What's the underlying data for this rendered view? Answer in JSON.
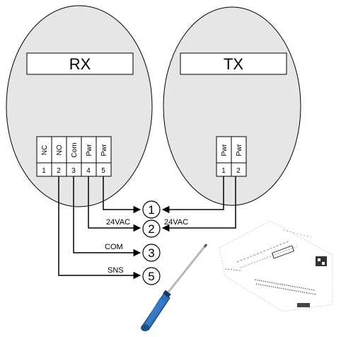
{
  "receiver": {
    "label": "RX",
    "terminals": [
      {
        "name": "NC",
        "number": "1"
      },
      {
        "name": "NO",
        "number": "2"
      },
      {
        "name": "Com",
        "number": "3"
      },
      {
        "name": "Pwr",
        "number": "4"
      },
      {
        "name": "Pwr",
        "number": "5"
      }
    ]
  },
  "transmitter": {
    "label": "TX",
    "terminals": [
      {
        "name": "Pwr",
        "number": "1"
      },
      {
        "name": "Pwr",
        "number": "2"
      }
    ]
  },
  "connections": [
    {
      "number": "1",
      "left_label": "",
      "right_label": ""
    },
    {
      "number": "2",
      "left_label": "24VAC",
      "right_label": "24VAC"
    },
    {
      "number": "3",
      "left_label": "COM",
      "right_label": ""
    },
    {
      "number": "5",
      "left_label": "SNS",
      "right_label": ""
    }
  ],
  "colors": {
    "enclosure_fill": "#e6e6e6",
    "line": "#000000",
    "screwdriver_handle": "#2f6fb5",
    "screwdriver_shaft": "#b8b8b8"
  },
  "icons": [
    "screwdriver-icon",
    "circuit-board-icon"
  ]
}
